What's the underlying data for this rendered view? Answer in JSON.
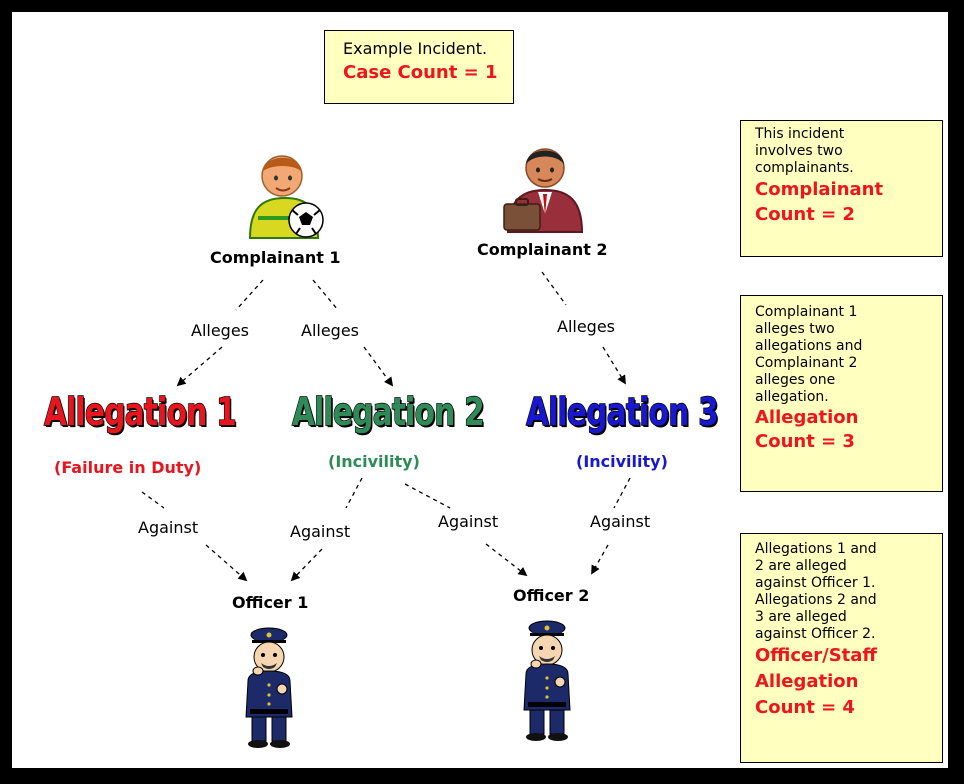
{
  "incident_box": {
    "line1": "Example Incident.",
    "line2": "Case Count = 1"
  },
  "complainants": [
    {
      "name": "Complainant 1",
      "icon": "soccer-player-person-icon"
    },
    {
      "name": "Complainant 2",
      "icon": "businessman-with-briefcase-icon"
    }
  ],
  "edge_labels": {
    "alleges": "Alleges",
    "against": "Against"
  },
  "allegations": [
    {
      "title": "Allegation 1",
      "category": "(Failure in Duty)",
      "color": "#e8141e"
    },
    {
      "title": "Allegation 2",
      "category": "(Incivility)",
      "color": "#2e8b57"
    },
    {
      "title": "Allegation 3",
      "category": "(Incivility)",
      "color": "#1818d0"
    }
  ],
  "officers": [
    {
      "name": "Officer 1",
      "icon": "police-officer-icon"
    },
    {
      "name": "Officer 2",
      "icon": "police-officer-icon"
    }
  ],
  "notes": {
    "complainant": {
      "text": [
        "This incident",
        "involves two",
        "complainants."
      ],
      "count": [
        "Complainant",
        "Count = 2"
      ]
    },
    "allegation": {
      "text": [
        "Complainant 1",
        "alleges two",
        "allegations and",
        "Complainant 2",
        "alleges one",
        "allegation."
      ],
      "count": [
        "Allegation",
        "Count = 3"
      ]
    },
    "officer": {
      "text": [
        "Allegations 1 and",
        "2 are alleged",
        "against Officer 1.",
        "Allegations 2 and",
        "3 are alleged",
        "against Officer 2."
      ],
      "count": [
        "Officer/Staff",
        "Allegation",
        "Count = 4"
      ]
    }
  },
  "colors": {
    "highlight_red": "#f0141e",
    "note_bg": "#ffffc0",
    "frame": "#000000"
  }
}
